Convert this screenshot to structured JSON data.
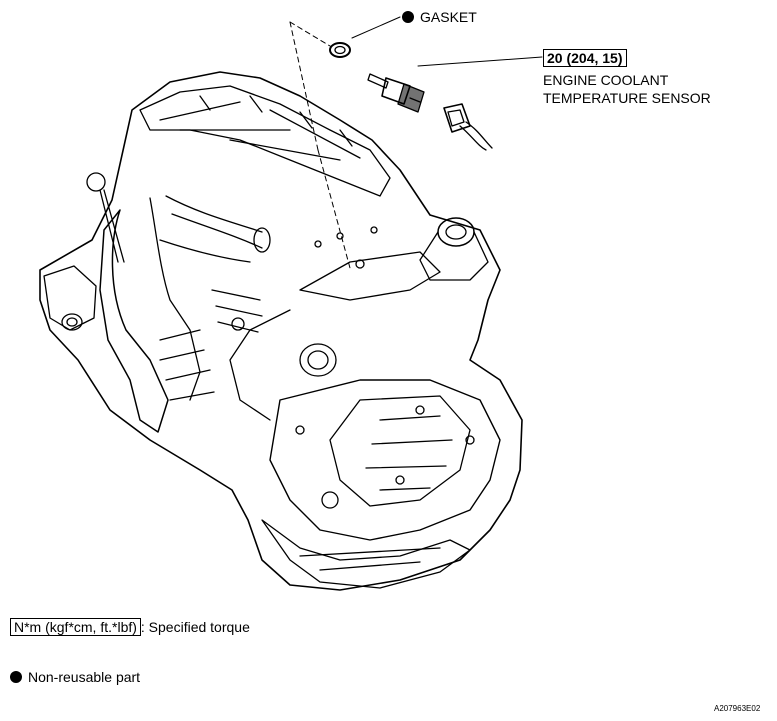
{
  "callouts": {
    "gasket": "GASKET",
    "torque": "20 (204, 15)",
    "sensor_line1": "ENGINE COOLANT",
    "sensor_line2": "TEMPERATURE SENSOR"
  },
  "legend": {
    "torque_units": "N*m (kgf*cm, ft.*lbf)",
    "torque_text": ": Specified torque",
    "nonreusable_text": "Non-reusable part"
  },
  "figure_id": "A207963E02"
}
